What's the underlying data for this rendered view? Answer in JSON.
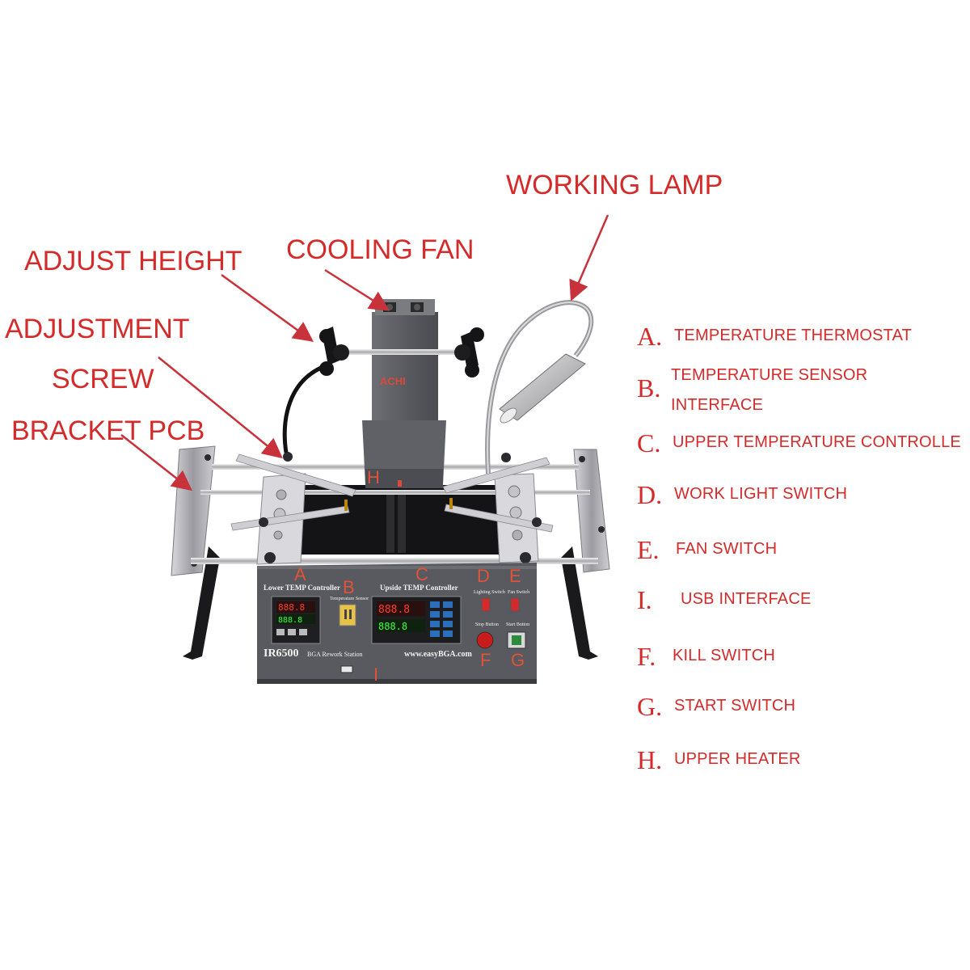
{
  "callouts": {
    "working_lamp": "WORKING LAMP",
    "adjust_height": "ADJUST HEIGHT",
    "cooling_fan": "COOLING FAN",
    "adjustment_screw_line1": "ADJUSTMENT",
    "adjustment_screw_line2": "SCREW",
    "bracket_pcb": "BRACKET PCB"
  },
  "legend": [
    {
      "letter": "A.",
      "text": "TEMPERATURE THERMOSTAT"
    },
    {
      "letter": "B.",
      "text": "TEMPERATURE SENSOR",
      "text2": "INTERFACE"
    },
    {
      "letter": "C.",
      "text": "UPPER TEMPERATURE CONTROLLE"
    },
    {
      "letter": "D.",
      "text": "WORK LIGHT SWITCH"
    },
    {
      "letter": "E.",
      "text": "FAN SWITCH"
    },
    {
      "letter": "I.",
      "text": "USB INTERFACE"
    },
    {
      "letter": "F.",
      "text": "KILL SWITCH"
    },
    {
      "letter": "G.",
      "text": "START SWITCH"
    },
    {
      "letter": "H.",
      "text": "UPPER HEATER"
    }
  ],
  "machine": {
    "brand": "ACHI",
    "model": "IR6500",
    "model_suffix": "BGA Rework Station",
    "website": "www.easyBGA.com",
    "lower_controller": "Lower TEMP Controller",
    "upper_controller": "Upside TEMP Controller",
    "sensor_label": "Temperature Sensor",
    "lighting_switch": "Lighting Switch",
    "fan_switch": "Fan Switch",
    "stop_button": "Stop Button",
    "start_button": "Start Button",
    "display_lower_top": "888.8",
    "display_lower_bottom": "888.8",
    "display_upper_top": "888.8",
    "display_upper_bottom": "888.8"
  },
  "panel_letters": {
    "a": "A",
    "b": "B",
    "c": "C",
    "d": "D",
    "e": "E",
    "f": "F",
    "g": "G",
    "h": "H",
    "i": "I"
  },
  "colors": {
    "label_red": "#d42a2a",
    "machine_gray": "#5d5e62",
    "panel_dark": "#3d3e42"
  }
}
